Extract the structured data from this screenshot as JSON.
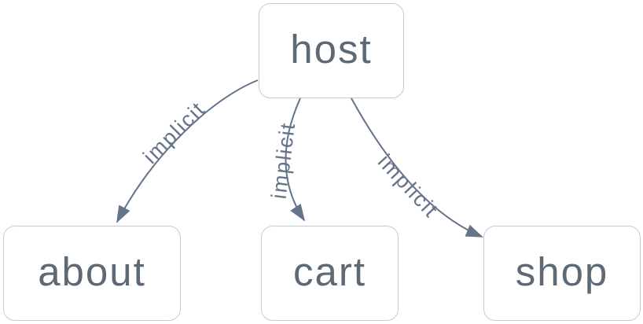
{
  "graph": {
    "nodes": [
      {
        "id": "host",
        "label": "host"
      },
      {
        "id": "about",
        "label": "about"
      },
      {
        "id": "cart",
        "label": "cart"
      },
      {
        "id": "shop",
        "label": "shop"
      }
    ],
    "edges": [
      {
        "from": "host",
        "to": "about",
        "label": "implicit"
      },
      {
        "from": "host",
        "to": "cart",
        "label": "implicit"
      },
      {
        "from": "host",
        "to": "shop",
        "label": "implicit"
      }
    ]
  },
  "colors": {
    "canvas_background": "#ffffff",
    "node_background": "#ffffff",
    "node_border": "#c5cad2",
    "node_text": "#5e6976",
    "edge": "#64748b",
    "edge_label": "#64748b"
  }
}
